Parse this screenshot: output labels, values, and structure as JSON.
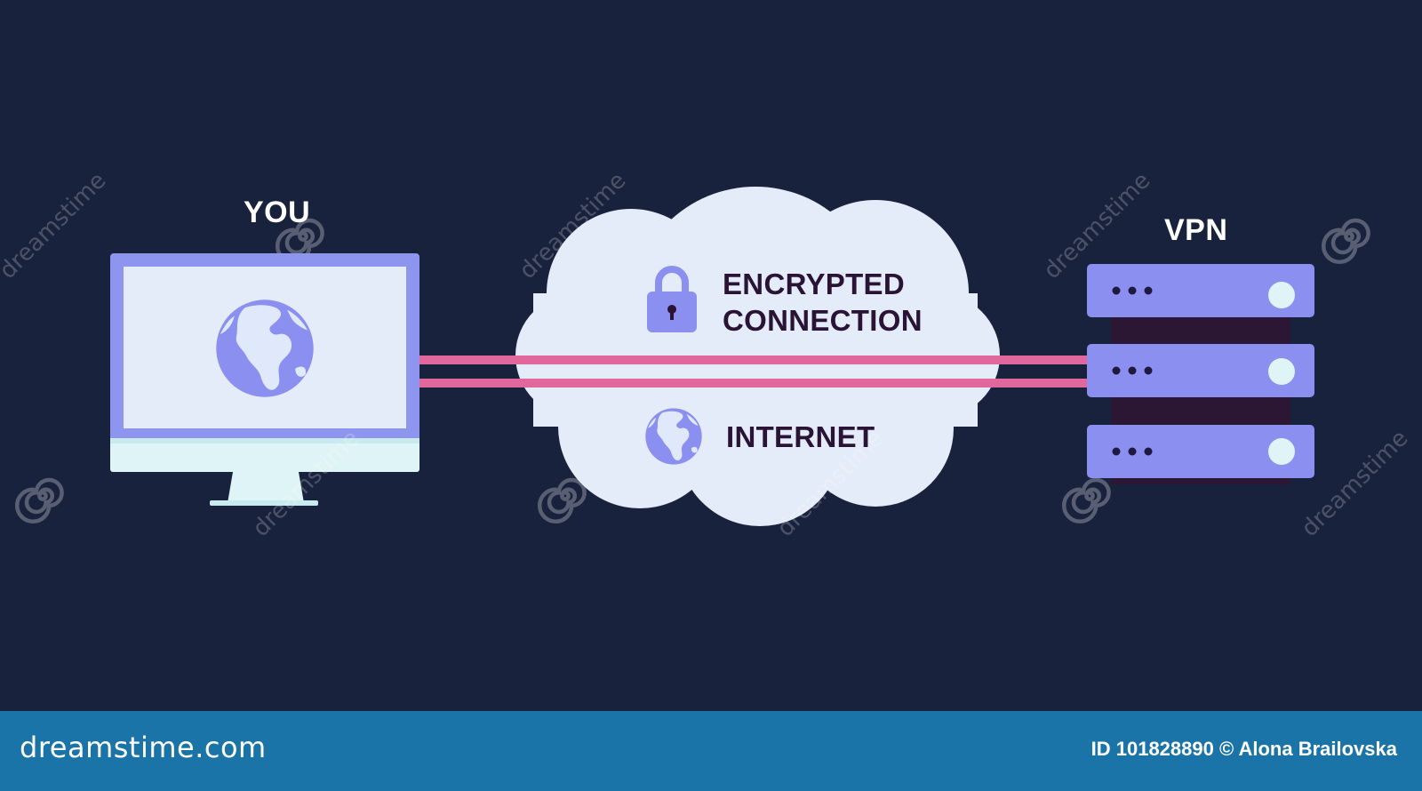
{
  "diagram": {
    "you_label": "YOU",
    "vpn_label": "VPN",
    "cloud": {
      "encrypted_line1": "ENCRYPTED",
      "encrypted_line2": "CONNECTION",
      "internet_label": "INTERNET"
    }
  },
  "colors": {
    "background": "#19223d",
    "monitor_frame": "#8d95ee",
    "monitor_screen": "#e4ecfa",
    "monitor_base": "#dff4f6",
    "cloud_fill": "#e4ecf9",
    "tunnel_line": "#e0689c",
    "server_unit": "#8a8ff0",
    "server_rack": "#2b1634",
    "globe": "#8a8ff0",
    "footer": "#1b74a8"
  },
  "icons": {
    "monitor": "desktop-monitor-icon",
    "globe": "globe-icon",
    "lock": "padlock-icon",
    "server": "server-rack-icon",
    "watermark": "spiral-icon"
  },
  "watermark": {
    "text": "dreamstime"
  },
  "footer": {
    "brand": "dreamstime.com",
    "credit": "ID 101828890 © Alona Brailovska"
  }
}
